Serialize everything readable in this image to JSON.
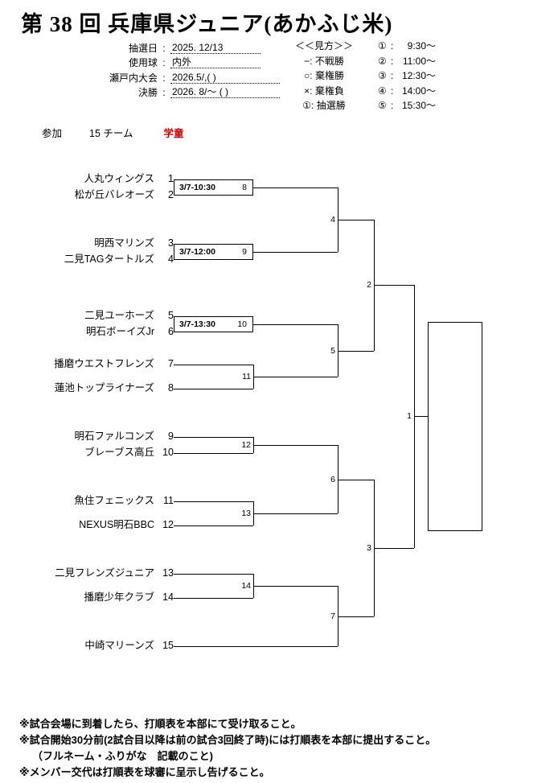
{
  "title": "第 38 回 兵庫県ジュニア(あかふじ米)",
  "info": {
    "rows": [
      {
        "label": "抽選日",
        "colon": ":",
        "value": "2025. 12/13",
        "short": true
      },
      {
        "label": "使用球",
        "colon": ":",
        "value": "内外",
        "short": true
      },
      {
        "label": "瀬戸内大会",
        "colon": ":",
        "value": "2026.5/,( )",
        "short": false
      },
      {
        "label": "決勝",
        "colon": ":",
        "value": "2026. 8/〜 ( )",
        "short": false
      }
    ]
  },
  "legend": {
    "title": "＜＜見方＞＞",
    "rows": [
      {
        "mark": "−",
        "text": "不戦勝"
      },
      {
        "mark": "○",
        "text": "棄権勝"
      },
      {
        "mark": "×",
        "text": "棄権負"
      },
      {
        "mark": "①",
        "text": "抽選勝"
      }
    ]
  },
  "times": {
    "rows": [
      {
        "mark": "①",
        "colon": ":",
        "value": "9:30〜"
      },
      {
        "mark": "②",
        "colon": ":",
        "value": "11:00〜"
      },
      {
        "mark": "③",
        "colon": ":",
        "value": "12:30〜"
      },
      {
        "mark": "④",
        "colon": ":",
        "value": "14:00〜"
      },
      {
        "mark": "⑤",
        "colon": ":",
        "value": "15:30〜"
      }
    ]
  },
  "participation": {
    "label": "参加",
    "count": "15 チーム",
    "category": "学童",
    "category_color": "#cc0000"
  },
  "bracket": {
    "teams": [
      {
        "name": "人丸ウィングス",
        "num": "1"
      },
      {
        "name": "松が丘バレオーズ",
        "num": "2"
      },
      {
        "name": "明西マリンズ",
        "num": "3"
      },
      {
        "name": "二見TAGタートルズ",
        "num": "4"
      },
      {
        "name": "二見ユーホーズ",
        "num": "5"
      },
      {
        "name": "明石ボーイズJr",
        "num": "6"
      },
      {
        "name": "播磨ウエストフレンズ",
        "num": "7"
      },
      {
        "name": "蓮池トップライナーズ",
        "num": "8"
      },
      {
        "name": "明石ファルコンズ",
        "num": "9"
      },
      {
        "name": "ブレーブス高丘",
        "num": "10"
      },
      {
        "name": "魚住フェニックス",
        "num": "11"
      },
      {
        "name": "NEXUS明石BBC",
        "num": "12"
      },
      {
        "name": "二見フレンズジュニア",
        "num": "13"
      },
      {
        "name": "播磨少年クラブ",
        "num": "14"
      },
      {
        "name": "中崎マリーンズ",
        "num": "15"
      }
    ],
    "timed_matches": [
      {
        "num": "8",
        "time": "3/7-10:30",
        "teams": [
          "1",
          "2"
        ]
      },
      {
        "num": "9",
        "time": "3/7-12:00",
        "teams": [
          "3",
          "4"
        ]
      },
      {
        "num": "10",
        "time": "3/7-13:30",
        "teams": [
          "5",
          "6"
        ]
      }
    ],
    "round1_matches": [
      {
        "num": "11",
        "teams": [
          "7",
          "8"
        ]
      },
      {
        "num": "12",
        "teams": [
          "9",
          "10"
        ]
      },
      {
        "num": "13",
        "teams": [
          "11",
          "12"
        ]
      },
      {
        "num": "14",
        "teams": [
          "13",
          "14"
        ]
      }
    ],
    "round2_matches": [
      {
        "num": "4",
        "feeds": [
          "8",
          "9"
        ]
      },
      {
        "num": "5",
        "feeds": [
          "10",
          "11"
        ]
      },
      {
        "num": "6",
        "feeds": [
          "12",
          "13"
        ]
      },
      {
        "num": "7",
        "feeds": [
          "14",
          "15"
        ]
      }
    ],
    "semifinal_matches": [
      {
        "num": "2",
        "feeds": [
          "4",
          "5"
        ]
      },
      {
        "num": "3",
        "feeds": [
          "6",
          "7"
        ]
      }
    ],
    "final_match": {
      "num": "1",
      "feeds": [
        "2",
        "3"
      ]
    },
    "champion": ""
  },
  "footer": {
    "notes": [
      {
        "text": "※試合会場に到着したら、打順表を本部にて受け取ること。",
        "indent": false
      },
      {
        "text": "※試合開始30分前(2試合目以降は前の試合3回終了時)には打順表を本部に提出すること。",
        "indent": false
      },
      {
        "text": "（フルネーム・ふりがな　記載のこと)",
        "indent": true
      },
      {
        "text": "※メンバー交代は打順表を球審に呈示し告げること。",
        "indent": false
      }
    ]
  }
}
